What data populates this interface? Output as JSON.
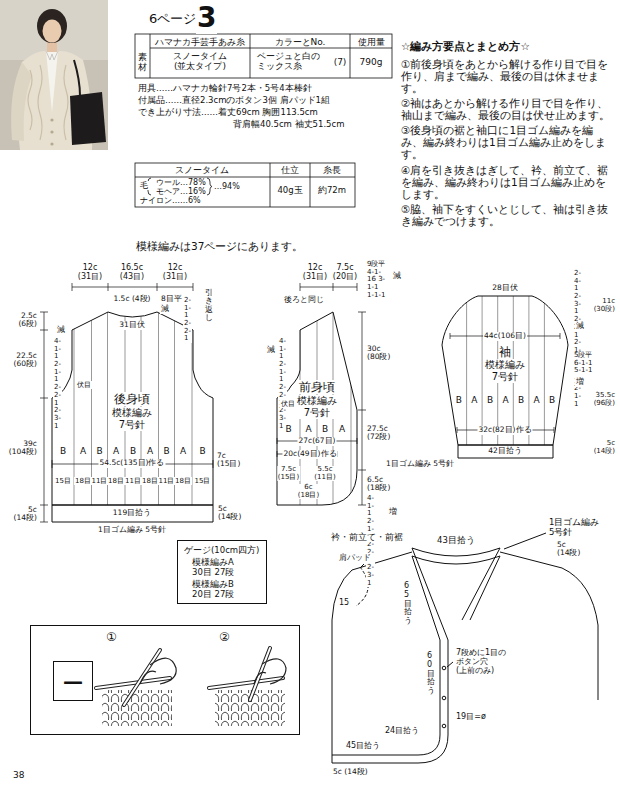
{
  "diagram": {
    "nodes": [
      {
        "text": [
          "後身頃",
          "模様編み 7号針"
        ]
      },
      {
        "text": [
          "前身頃",
          "模様編み 7号針"
        ]
      },
      {
        "text": [
          "袖",
          "模様編み 7号針"
        ]
      },
      {
        "text": [
          "ゲージ(10cm四方)",
          "模様編みA 30目 27段",
          "模様編みB 20目 27段"
        ]
      },
      {
        "text": [
          "①",
          "②"
        ]
      },
      {
        "text": [
          "—"
        ],
        "in": 4
      }
    ],
    "labels": [
      "6ページ",
      "3",
      "素材",
      "ハマナカ手芸手あみ糸",
      "カラーとNo.",
      "使用量",
      "スノータイム (並太タイプ)",
      "ベージュと白の ミックス糸",
      "(7)",
      "790g",
      "用具……ハマナカ輪針7号2本・5号4本棒針",
      "付属品……直径2.3cmのボタン3個 肩パッド1組",
      "でき上がり寸法……着丈69cm 胸囲113.5cm",
      "背肩幅40.5cm 袖丈51.5cm",
      "スノータイム",
      "仕立",
      "糸長",
      "毛",
      "ウール…78%",
      "モヘア…16%",
      "…94%",
      "ナイロン……6%",
      "40g玉",
      "約72m",
      "☆編み方要点とまとめ方☆",
      "①前後身頃をあとから解ける作り目で目を作り、肩まで編み、最後の目は休ませます。",
      "②袖はあとから解ける作り目で目を作り、袖山まで編み、最後の目は伏せ止めます。",
      "③後身頃の裾と袖口に1目ゴム編みを編み、編み終わりは1目ゴム編み止めをします。",
      "④肩を引き抜きはぎして、衿、前立て、裾を編み、編み終わりは1目ゴム編み止めをします。",
      "⑤脇、袖下をすくいとじして、袖は引き抜き編みでつけます。",
      "模様編みは37ページにあります。",
      "12c (31目)",
      "16.5c (43目)",
      "12c (31目)",
      "1.5c (4段)",
      "31目伏",
      "8目平",
      "2-1-1 2-2-1",
      "減",
      "引き返し",
      "2.5c (6段)",
      "22.5c (60段)",
      "39c (104段)",
      "5c (14段)",
      "4-1-1 2-1-1 2-2-1 2-3-1",
      "減",
      "伏目",
      "B",
      "A",
      "B",
      "A",
      "B",
      "A",
      "B",
      "A",
      "B",
      "54.5c(135目)作る",
      "15目",
      "18目",
      "11目",
      "18目",
      "11目",
      "18目",
      "11目",
      "18目",
      "15目",
      "7c (15目)",
      "119目拾う",
      "1目ゴム編み 5号針",
      "5c (14段)",
      "12c (31目)",
      "7.5c (20目)",
      "9段平 4-1-16 3-1-1 1-1-1",
      "減",
      "後ろと同じ",
      "4-1-1 2-1-1 2-2-1 2-3-1",
      "減",
      "伏目",
      "B",
      "A",
      "B",
      "A",
      "27c(67目)",
      "20c(49目)作る",
      "7.5c (15目)",
      "6c (18目)",
      "5.5c (11目)",
      "30c (80段)",
      "27.5c (72段)",
      "6.5c (18段)",
      "4-1-1 2-1-1 2-2-1 2-3-1",
      "増",
      "28目伏",
      "2-4-1 2-3-1 2-2-1 2-1-1 4-1-1 2-1-1",
      "減",
      "11c (30段)",
      "44c(106目)",
      "5段平 6-1-1 5-1-1",
      "増",
      "35.5c (96段)",
      "B",
      "A",
      "B",
      "A",
      "B",
      "A",
      "B",
      "32c(82目)作る",
      "42目拾う",
      "1目ゴム編み 5号針",
      "5c (14段)",
      "衿・前立て・前裾",
      "1目ゴム編み 5号針",
      "43目拾う",
      "5c (14段)",
      "肩パッド",
      "15",
      "65目拾う",
      "60目拾う",
      "7段めに1目の ボタン穴 (上前のみ)",
      "19目=ø",
      "24目拾う",
      "45目拾う",
      "5c (14段)",
      "38"
    ]
  }
}
